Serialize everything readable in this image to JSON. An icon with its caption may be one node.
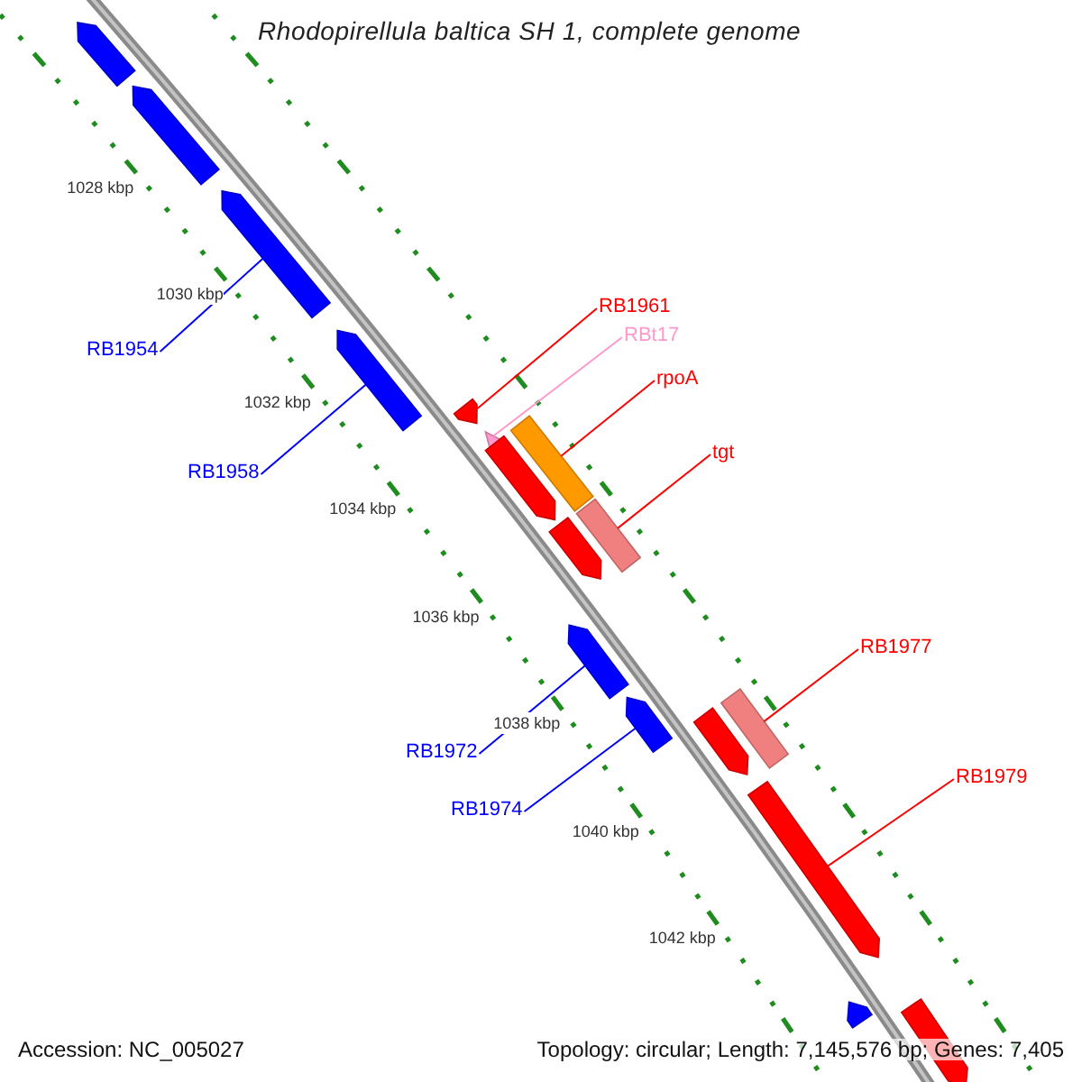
{
  "diagram": {
    "title": "Rhodopirellula baltica SH 1, complete genome",
    "nodes": [
      {
        "text": [],
        "shape": "arrow"
      },
      {
        "text": [],
        "shape": "arrow"
      },
      {
        "text": [
          "RB1954"
        ]
      },
      {
        "text": [],
        "shape": "arrow"
      },
      {
        "text": [
          "RB1958"
        ]
      },
      {
        "text": [],
        "shape": "arrow"
      },
      {
        "text": [
          "RB1961"
        ]
      },
      {
        "text": [],
        "shape": "arrow"
      },
      {
        "text": [
          "RBt17"
        ]
      },
      {
        "text": [],
        "shape": "triangle"
      },
      {
        "text": [
          "rpoA"
        ]
      },
      {
        "text": [],
        "shape": "bar"
      },
      {
        "text": [],
        "shape": "arrow"
      },
      {
        "text": [
          "tgt"
        ]
      },
      {
        "text": [],
        "shape": "bar"
      },
      {
        "text": [],
        "shape": "arrow"
      },
      {
        "text": [
          "RB1972"
        ]
      },
      {
        "text": [],
        "shape": "arrow"
      },
      {
        "text": [
          "RB1974"
        ]
      },
      {
        "text": [],
        "shape": "arrow"
      },
      {
        "text": [
          "RB1977"
        ]
      },
      {
        "text": [],
        "shape": "bar"
      },
      {
        "text": [],
        "shape": "arrow"
      },
      {
        "text": [
          "RB1979"
        ]
      },
      {
        "text": [],
        "shape": "arrow"
      },
      {
        "text": [],
        "shape": "arrow"
      },
      {
        "text": [],
        "shape": "arrow"
      }
    ],
    "edges": [
      {
        "from": 2,
        "to": 3,
        "arrow": "none",
        "color": "#0000ff"
      },
      {
        "from": 4,
        "to": 5,
        "arrow": "none",
        "color": "#0000ff"
      },
      {
        "from": 6,
        "to": 7,
        "arrow": "none"
      },
      {
        "from": 8,
        "to": 9,
        "arrow": "none",
        "color": "#ff99cc"
      },
      {
        "from": 10,
        "to": 11,
        "arrow": "none"
      },
      {
        "from": 13,
        "to": 14,
        "arrow": "none"
      },
      {
        "from": 16,
        "to": 17,
        "arrow": "none",
        "color": "#0000ff"
      },
      {
        "from": 18,
        "to": 19,
        "arrow": "none",
        "color": "#0000ff"
      },
      {
        "from": 20,
        "to": 21,
        "arrow": "none"
      },
      {
        "from": 23,
        "to": 24,
        "arrow": "none"
      }
    ],
    "labels": [
      "1028 kbp",
      "1030 kbp",
      "1032 kbp",
      "1034 kbp",
      "1036 kbp",
      "1038 kbp",
      "1040 kbp",
      "1042 kbp",
      "Accession: NC_005027",
      "Topology: circular; Length: 7,145,576 bp; Genes: 7,405"
    ]
  }
}
